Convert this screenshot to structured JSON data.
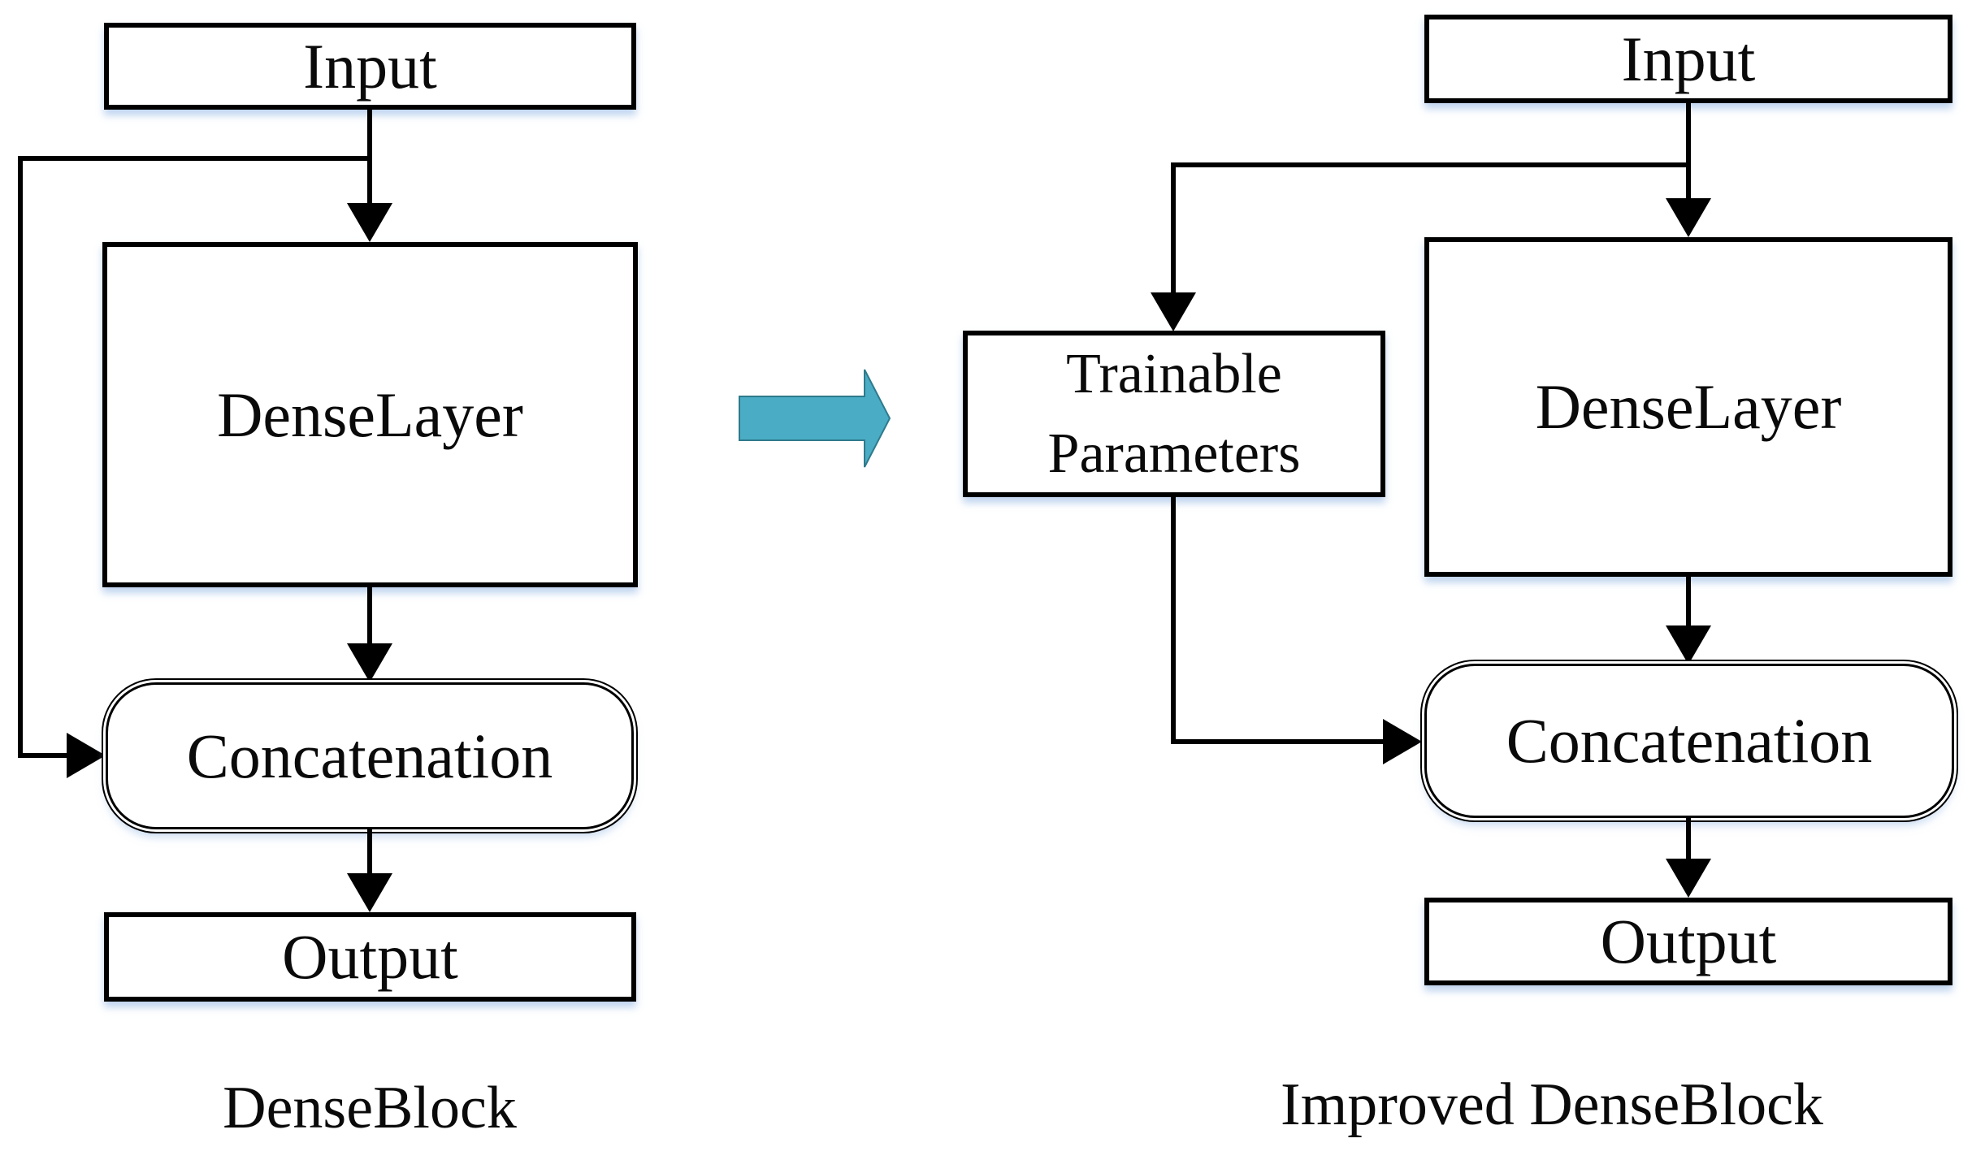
{
  "left_panel": {
    "caption": "DenseBlock",
    "input_label": "Input",
    "dense_layer_label": "DenseLayer",
    "concatenation_label": "Concatenation",
    "output_label": "Output"
  },
  "right_panel": {
    "caption": "Improved DenseBlock",
    "input_label": "Input",
    "trainable_parameters_label": "Trainable Parameters",
    "dense_layer_label": "DenseLayer",
    "concatenation_label": "Concatenation",
    "output_label": "Output"
  },
  "colors": {
    "transform_arrow_fill": "#4AACC5",
    "transform_arrow_stroke": "#2F7A8C",
    "line": "#000000",
    "box_border": "#000000",
    "box_fill": "#FFFFFF",
    "shadow_glow": "#C9D9F0"
  }
}
